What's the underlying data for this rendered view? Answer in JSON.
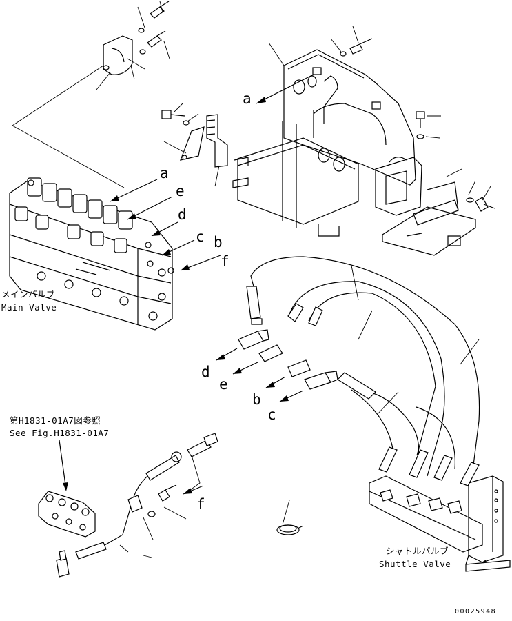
{
  "letters": {
    "a": "a",
    "b": "b",
    "c": "c",
    "d": "d",
    "e": "e",
    "f": "f"
  },
  "main_valve": {
    "jp": "メインバルブ",
    "en": "Main Valve"
  },
  "reference": {
    "jp": "第H1831-01A7図参照",
    "en": "See Fig.H1831-01A7"
  },
  "shuttle_valve": {
    "jp": "シャトルバルブ",
    "en": "Shuttle Valve"
  },
  "drawing_code": "00025948",
  "icons": [
    "bolt-icon",
    "washer-icon",
    "clamp-icon",
    "hose-icon",
    "elbow-fitting-icon",
    "arrow-icon"
  ]
}
